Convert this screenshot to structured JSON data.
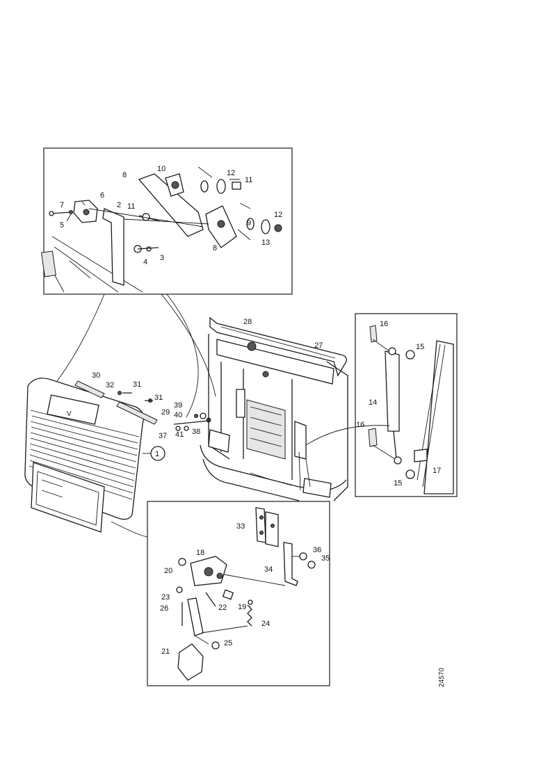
{
  "figure": {
    "drawing_number": "24570",
    "callouts": {
      "c1": "1",
      "c2": "2",
      "c3": "3",
      "c4": "4",
      "c5": "5",
      "c6": "6",
      "c7": "7",
      "c8a": "8",
      "c8b": "8",
      "c9": "9",
      "c10": "10",
      "c11a": "11",
      "c11b": "11",
      "c12a": "12",
      "c12b": "12",
      "c13": "13",
      "c14": "14",
      "c15a": "15",
      "c15b": "15",
      "c16a": "16",
      "c16b": "16",
      "c17": "17",
      "c18": "18",
      "c19": "19",
      "c20": "20",
      "c21": "21",
      "c22": "22",
      "c23": "23",
      "c24": "24",
      "c25": "25",
      "c26": "26",
      "c27": "27",
      "c28": "28",
      "c29": "29",
      "c30": "30",
      "c31a": "31",
      "c31b": "31",
      "c32": "32",
      "c33": "33",
      "c34": "34",
      "c35": "35",
      "c36": "36",
      "c37": "37",
      "c38": "38",
      "c39": "39",
      "c40": "40",
      "c41": "41"
    }
  }
}
